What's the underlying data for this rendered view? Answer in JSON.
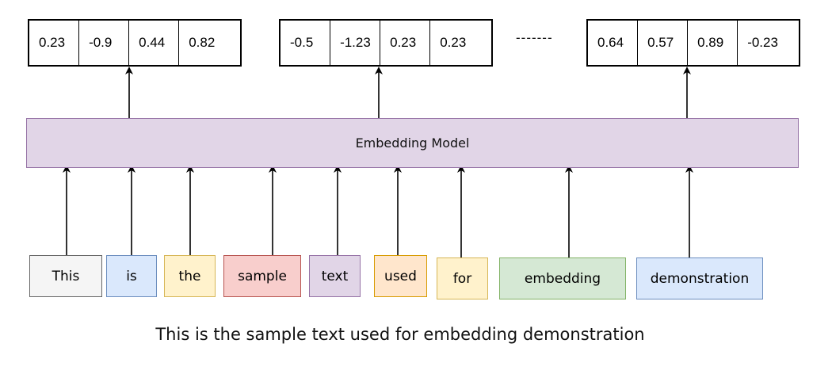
{
  "vectors": [
    {
      "values": [
        "0.23",
        "-0.9",
        "0.44",
        "0.82"
      ]
    },
    {
      "values": [
        "-0.5",
        "-1.23",
        "0.23",
        "0.23"
      ]
    },
    {
      "values": [
        "0.64",
        "0.57",
        "0.89",
        "-0.23"
      ]
    }
  ],
  "ellipsis": "-------",
  "model_label": "Embedding Model",
  "tokens": [
    {
      "text": "This",
      "fill": "#f5f5f5",
      "stroke": "#666666"
    },
    {
      "text": "is",
      "fill": "#dae8fc",
      "stroke": "#6c8ebf"
    },
    {
      "text": "the",
      "fill": "#fff2cc",
      "stroke": "#d6b656"
    },
    {
      "text": "sample",
      "fill": "#f8cecc",
      "stroke": "#b85450"
    },
    {
      "text": "text",
      "fill": "#e1d5e7",
      "stroke": "#9673a6"
    },
    {
      "text": "used",
      "fill": "#ffe6cc",
      "stroke": "#d79b00"
    },
    {
      "text": "for",
      "fill": "#fff2cc",
      "stroke": "#d6b656"
    },
    {
      "text": "embedding",
      "fill": "#d5e8d4",
      "stroke": "#82b366"
    },
    {
      "text": "demonstration",
      "fill": "#dae8fc",
      "stroke": "#6c8ebf"
    }
  ],
  "caption": "This is the sample text used for embedding demonstration"
}
